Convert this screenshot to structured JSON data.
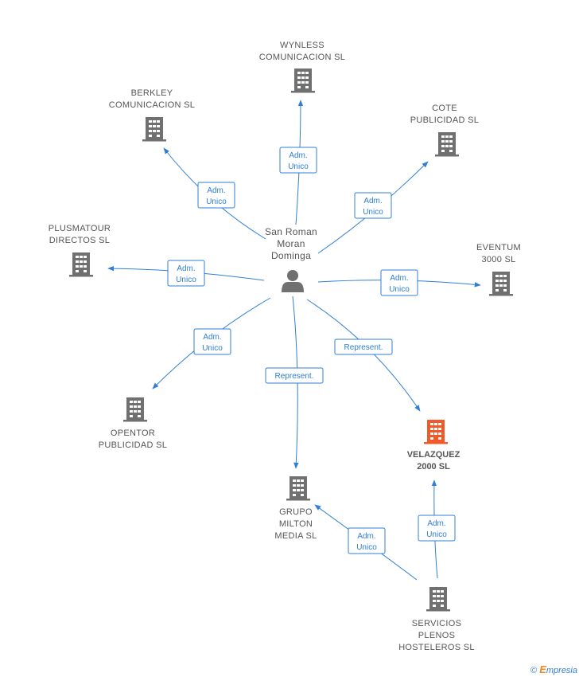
{
  "person": {
    "lines": [
      "San Roman",
      "Moran",
      "Dominga"
    ]
  },
  "companies": {
    "wynless": {
      "lines": [
        "WYNLESS",
        "COMUNICACION SL"
      ]
    },
    "berkley": {
      "lines": [
        "BERKLEY",
        "COMUNICACION SL"
      ]
    },
    "cote": {
      "lines": [
        "COTE",
        "PUBLICIDAD SL"
      ]
    },
    "plusma": {
      "lines": [
        "PLUSMATOUR",
        "DIRECTOS SL"
      ]
    },
    "eventum": {
      "lines": [
        "EVENTUM",
        "3000 SL"
      ]
    },
    "opentor": {
      "lines": [
        "OPENTOR",
        "PUBLICIDAD SL"
      ]
    },
    "velazquez": {
      "lines": [
        "VELAZQUEZ",
        "2000 SL"
      ]
    },
    "grupo": {
      "lines": [
        "GRUPO",
        "MILTON",
        "MEDIA SL"
      ]
    },
    "servicios": {
      "lines": [
        "SERVICIOS",
        "PLENOS",
        "HOSTELEROS SL"
      ]
    }
  },
  "edges": {
    "wynless": [
      "Adm.",
      "Unico"
    ],
    "berkley": [
      "Adm.",
      "Unico"
    ],
    "cote": [
      "Adm.",
      "Unico"
    ],
    "plusma": [
      "Adm.",
      "Unico"
    ],
    "eventum": [
      "Adm.",
      "Unico"
    ],
    "opentor": [
      "Adm.",
      "Unico"
    ],
    "velazquez": [
      "Represent."
    ],
    "grupo": [
      "Represent."
    ],
    "serv_grupo": [
      "Adm.",
      "Unico"
    ],
    "serv_vel": [
      "Adm.",
      "Unico"
    ]
  },
  "colors": {
    "edge": "#2f7fd6",
    "building": "#707070",
    "highlight": "#f05a28",
    "text": "#555555"
  },
  "icons": {
    "company": "building-icon",
    "person": "person-icon"
  },
  "footer": {
    "copyright": "©",
    "brand_initial": "E",
    "brand_rest": "mpresia"
  }
}
